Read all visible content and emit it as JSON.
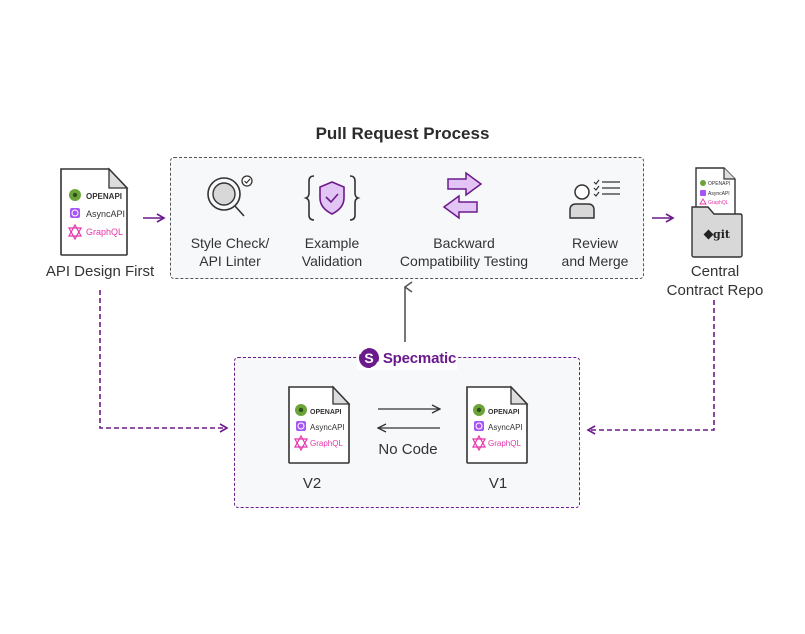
{
  "title": "Pull Request Process",
  "colors": {
    "accent_purple": "#6b1a8c",
    "light_purple": "#e2c4f5",
    "gray_border": "#555555",
    "box_bg": "#f7f8fa",
    "openapi_green": "#6ba539",
    "asyncapi_purple": "#a855f7",
    "graphql_pink": "#e535ab"
  },
  "nodes": {
    "api_design_first": {
      "label": "API Design First"
    },
    "central_repo": {
      "label_line1": "Central",
      "label_line2": "Contract Repo",
      "git_label": "git"
    }
  },
  "spec_formats": [
    "OPENAPI",
    "AsyncAPI",
    "GraphQL"
  ],
  "pr_steps": [
    {
      "line1": "Style Check/",
      "line2": "API Linter",
      "icon": "magnifier-check-icon"
    },
    {
      "line1": "Example",
      "line2": "Validation",
      "icon": "shield-check-icon"
    },
    {
      "line1": "Backward",
      "line2": "Compatibility Testing",
      "icon": "swap-arrows-icon"
    },
    {
      "line1": "Review",
      "line2": "and Merge",
      "icon": "user-checklist-icon"
    }
  ],
  "specmatic": {
    "brand": "Specmatic",
    "left_version": "V2",
    "right_version": "V1",
    "center_label": "No Code"
  }
}
